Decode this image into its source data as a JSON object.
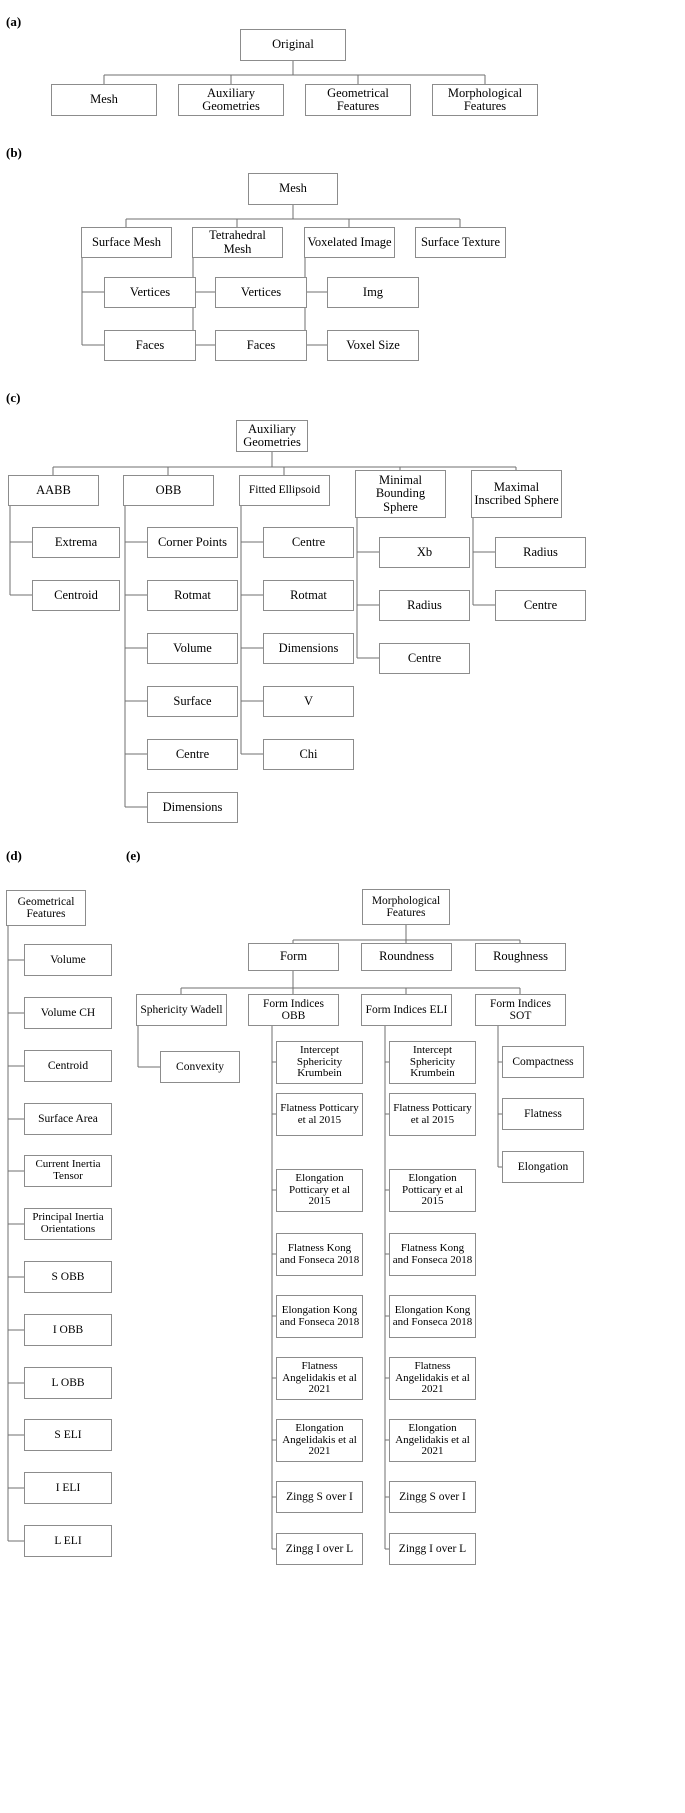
{
  "figure": {
    "type": "hierarchy-tree-diagram",
    "panels": [
      "(a)",
      "(b)",
      "(c)",
      "(d)",
      "(e)"
    ],
    "box_border_color": "#8c8c8c",
    "line_color": "#6f6f6f",
    "background": "#ffffff"
  },
  "panel_a": {
    "label": "(a)",
    "root": "Original",
    "children": [
      "Mesh",
      "Auxiliary\nGeometries",
      "Geometrical\nFeatures",
      "Morphological\nFeatures"
    ],
    "children_flat": [
      "Mesh",
      "Auxiliary Geometries",
      "Geometrical Features",
      "Morphological Features"
    ]
  },
  "panel_b": {
    "label": "(b)",
    "root": "Mesh",
    "children": [
      "Surface Mesh",
      "Tetrahedral Mesh",
      "Voxelated Image",
      "Surface Texture"
    ],
    "surface_mesh_children": [
      "Vertices",
      "Faces"
    ],
    "tetrahedral_mesh_children": [
      "Vertices",
      "Faces"
    ],
    "voxelated_image_children": [
      "Img",
      "Voxel Size"
    ],
    "surface_texture_children": []
  },
  "panel_c": {
    "label": "(c)",
    "root": "Auxiliary Geometries",
    "children": [
      "AABB",
      "OBB",
      "Fitted Ellipsoid",
      "Minimal Bounding Sphere",
      "Maximal Inscribed Sphere"
    ],
    "aabb_children": [
      "Extrema",
      "Centroid"
    ],
    "obb_children": [
      "Corner Points",
      "Rotmat",
      "Volume",
      "Surface",
      "Centre",
      "Dimensions"
    ],
    "fitted_ellipsoid_children": [
      "Centre",
      "Rotmat",
      "Dimensions",
      "V",
      "Chi"
    ],
    "minimal_bounding_sphere_children": [
      "Xb",
      "Radius",
      "Centre"
    ],
    "maximal_inscribed_sphere_children": [
      "Radius",
      "Centre"
    ]
  },
  "panel_d": {
    "label": "(d)",
    "root": "Geometrical Features",
    "children": [
      "Volume",
      "Volume CH",
      "Centroid",
      "Surface Area",
      "Current Inertia Tensor",
      "Principal Inertia Orientations",
      "S OBB",
      "I OBB",
      "L OBB",
      "S ELI",
      "I ELI",
      "L ELI"
    ]
  },
  "panel_e": {
    "label": "(e)",
    "root": "Morphological Features",
    "children": [
      "Form",
      "Roundness",
      "Roughness"
    ],
    "form_children": [
      "Sphericity Wadell",
      "Form Indices OBB",
      "Form Indices ELI",
      "Form Indices SOT"
    ],
    "sphericity_wadell_children": [
      "Convexity"
    ],
    "form_indices_obb_children": [
      "Intercept Sphericity Krumbein",
      "Flatness Potticary et al 2015",
      "Elongation Potticary et al 2015",
      "Flatness Kong and Fonseca 2018",
      "Elongation Kong and Fonseca 2018",
      "Flatness Angelidakis et al 2021",
      "Elongation Angelidakis et al 2021",
      "Zingg S over I",
      "Zingg I over L"
    ],
    "form_indices_eli_children": [
      "Intercept Sphericity Krumbein",
      "Flatness Potticary et al 2015",
      "Elongation Potticary et al 2015",
      "Flatness Kong and Fonseca 2018",
      "Elongation Kong and Fonseca 2018",
      "Flatness Angelidakis et al 2021",
      "Elongation Angelidakis et al 2021",
      "Zingg S over I",
      "Zingg I over L"
    ],
    "form_indices_sot_children": [
      "Compactness",
      "Flatness",
      "Elongation"
    ]
  }
}
